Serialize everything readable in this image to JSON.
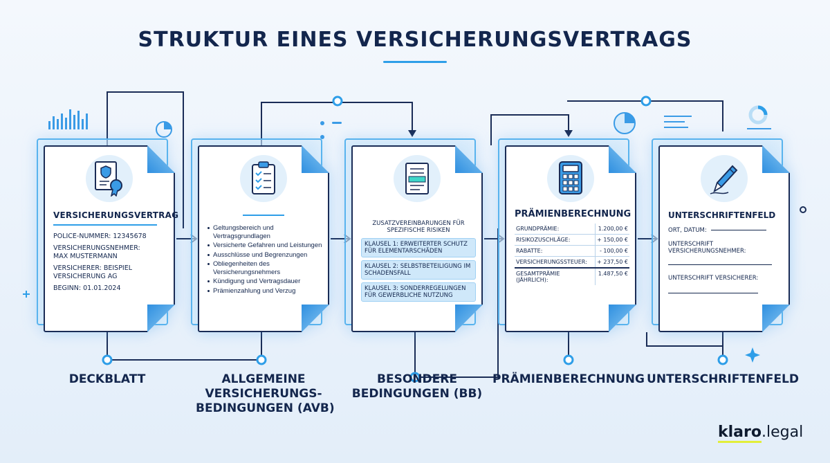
{
  "title": "STRUKTUR EINES VERSICHERUNGSVERTRAGS",
  "colors": {
    "accent": "#2e9ee8",
    "navy": "#13264d",
    "clause_bg": "#cfe8fa",
    "logo_accent": "#e2ee3a"
  },
  "cards": [
    {
      "icon": "certificate-icon",
      "heading": "VERSICHERUNGSVERTRAG",
      "lines": [
        "Police-Nummer: 12345678",
        "Versicherungsnehmer: Max Mustermann",
        "Versicherer: Beispiel Versicherung AG",
        "Beginn: 01.01.2024"
      ]
    },
    {
      "icon": "clipboard-checklist-icon",
      "bullets": [
        "Geltungsbereich und Vertragsgrundlagen",
        "Versicherte Gefahren und Leistungen",
        "Ausschlüsse und Begrenzungen",
        "Obliegenheiten des Versicherungsnehmers",
        "Kündigung und Vertragsdauer",
        "Prämienzahlung und Verzug"
      ]
    },
    {
      "icon": "document-highlight-icon",
      "heading": "Zusatzvereinbarungen für spezifische Risiken",
      "clauses": [
        "Klausel 1: Erweiterter Schutz für Elementarschäden",
        "Klausel 2: Selbstbeteiligung im Schadensfall",
        "Klausel 3: Sonderregelungen für gewerbliche Nutzung"
      ]
    },
    {
      "icon": "calculator-icon",
      "heading": "PRÄMIENBERECHNUNG",
      "rows": [
        {
          "label": "Grundprämie:",
          "value": "1.200,00 €"
        },
        {
          "label": "Risikozuschläge:",
          "value": "+ 150,00 €"
        },
        {
          "label": "Rabatte:",
          "value": "- 100,00 €"
        },
        {
          "label": "Versicherungssteuer:",
          "value": "+ 237,50 €"
        },
        {
          "label": "Gesamtprämie (jährlich):",
          "value": "1.487,50 €"
        }
      ]
    },
    {
      "icon": "pen-icon",
      "heading": "UNTERSCHRIFTENFELD",
      "fields": [
        "Ort, Datum:",
        "Unterschrift Versicherungsnehmer:",
        "Unterschrift Versicherer:"
      ]
    }
  ],
  "labels": [
    "DECKBLATT",
    "ALLGEMEINE VERSICHERUNGS-BEDINGUNGEN (AVB)",
    "BESONDERE BEDINGUNGEN (BB)",
    "PRÄMIENBERECHNUNG",
    "UNTERSCHRIFTENFELD"
  ],
  "labels_multiline": [
    [
      "DECKBLATT"
    ],
    [
      "ALLGEMEINE",
      "VERSICHERUNGS-",
      "BEDINGUNGEN (AVB)"
    ],
    [
      "BESONDERE",
      "BEDINGUNGEN (BB)"
    ],
    [
      "PRÄMIENBERECHNUNG"
    ],
    [
      "UNTERSCHRIFTENFELD"
    ]
  ],
  "logo": {
    "brand": "klaro",
    "suffix": ".legal"
  }
}
